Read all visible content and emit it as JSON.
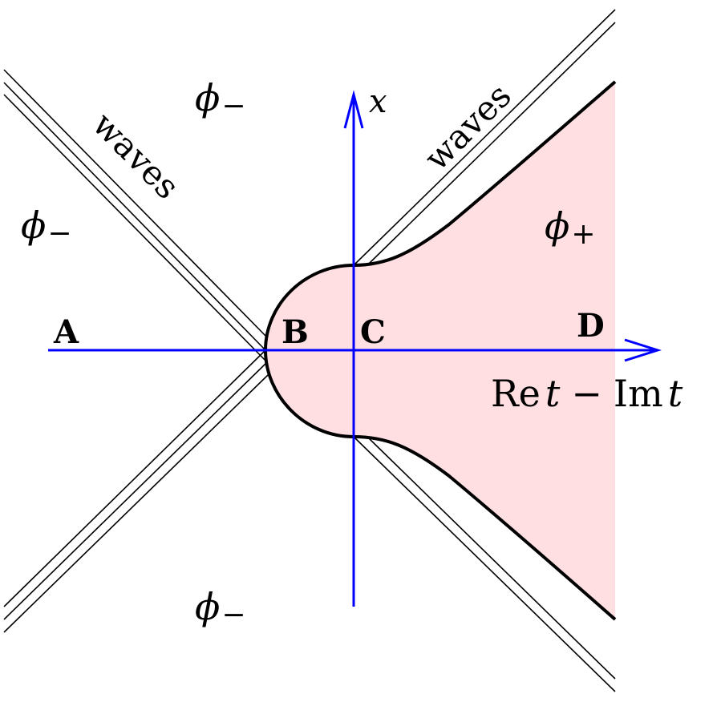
{
  "diagram": {
    "colors": {
      "axis": "#0000ff",
      "region_fill": "#ffdfe2",
      "boundary": "#000000",
      "wave_lines": "#000000"
    },
    "axes": {
      "horizontal_label": "Re t − Im t",
      "horizontal_label_parts": {
        "re": "Re",
        "t1": "t",
        "minus": "−",
        "im": "Im",
        "t2": "t"
      },
      "vertical_label": "x"
    },
    "points": {
      "A": "A",
      "B": "B",
      "C": "C",
      "D": "D"
    },
    "regions": {
      "phi_minus_top": {
        "symbol": "ϕ",
        "sub": "−"
      },
      "phi_minus_left": {
        "symbol": "ϕ",
        "sub": "−"
      },
      "phi_minus_bottom": {
        "symbol": "ϕ",
        "sub": "−"
      },
      "phi_plus": {
        "symbol": "ϕ",
        "sub": "+"
      }
    },
    "wave_labels": {
      "left": "waves",
      "right": "waves"
    }
  }
}
